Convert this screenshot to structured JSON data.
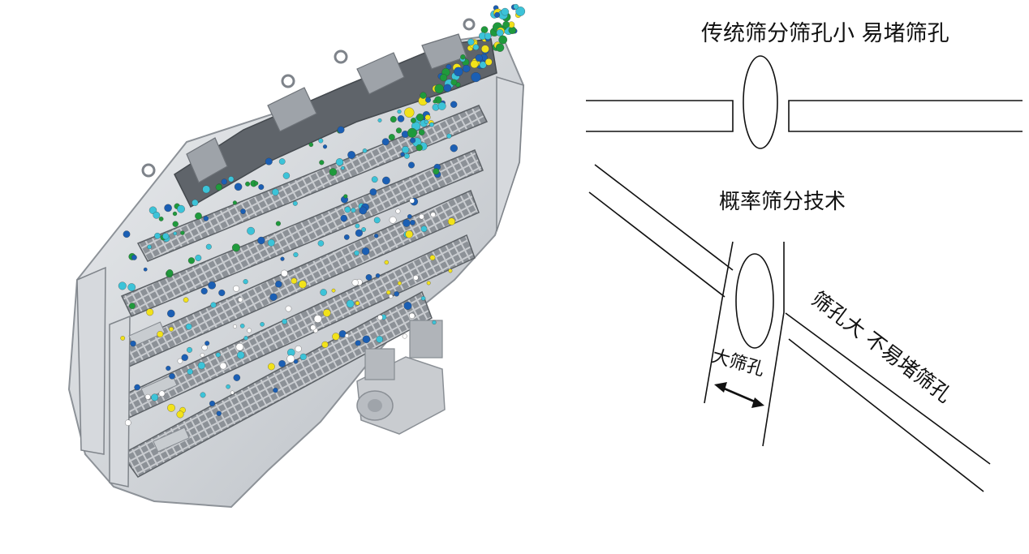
{
  "illustration": {
    "subject": "multi-deck probability screen cutaway",
    "particle_colors": [
      "#1f9a3c",
      "#1b5fb4",
      "#3cc3d8",
      "#f2e21a",
      "#ffffff"
    ]
  },
  "diagram": {
    "traditional_label": "传统筛分筛孔小 易堵筛孔",
    "probability_label": "概率筛分技术",
    "large_aperture_label": "筛孔大  不易堵筛孔",
    "big_hole_label": "大筛孔"
  }
}
